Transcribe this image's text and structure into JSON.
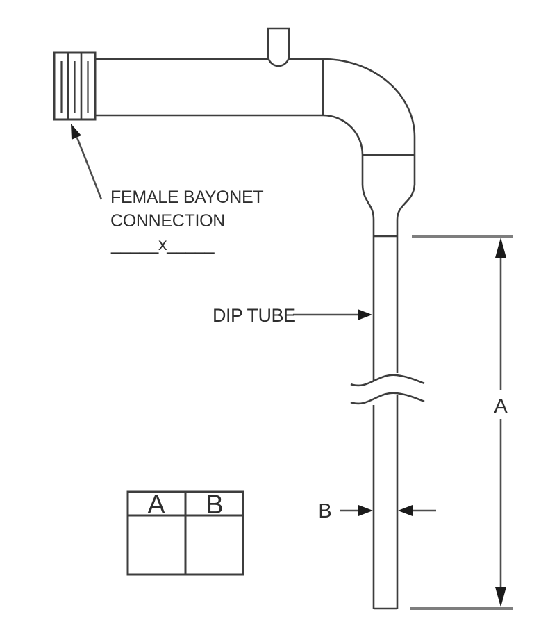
{
  "labels": {
    "bayonet_line1": "FEMALE BAYONET",
    "bayonet_line2": "CONNECTION",
    "bayonet_size_blank": "_____x_____",
    "dip_tube": "DIP TUBE",
    "dim_length": "A",
    "dim_diameter": "B"
  },
  "table": {
    "headers": [
      "A",
      "B"
    ],
    "rows": [
      [
        "",
        ""
      ]
    ]
  },
  "colors": {
    "outline": "#3d3d3d",
    "extension_line": "#7e7e7e",
    "leader_line": "#4d4d4d",
    "arrow_fill": "#1b1b1b",
    "text": "#2e2e2e",
    "background": "#ffffff"
  }
}
